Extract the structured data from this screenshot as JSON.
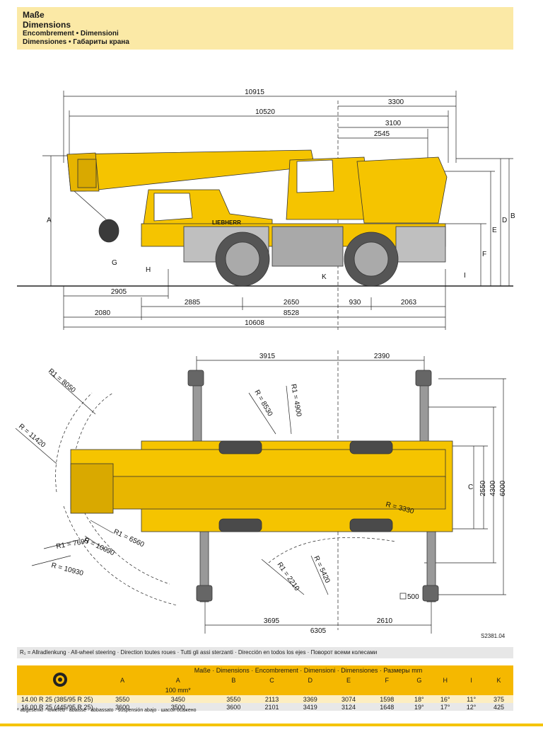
{
  "header": {
    "title_de": "Maße",
    "title_en": "Dimensions",
    "subtitle_1": "Encombrement • Dimensioni",
    "subtitle_2": "Dimensiones • Габариты крана"
  },
  "side_view": {
    "dims_top": [
      "10915",
      "10520",
      "3300",
      "3100",
      "2545"
    ],
    "dims_bottom": [
      "2905",
      "2885",
      "2650",
      "930",
      "2063",
      "2080",
      "8528",
      "10608"
    ],
    "letters": [
      "A",
      "B",
      "D",
      "E",
      "F",
      "G",
      "H",
      "I",
      "K"
    ],
    "brand": "LIEBHERR"
  },
  "top_view": {
    "dims_top": [
      "3915",
      "2390"
    ],
    "radii": [
      "R1 = 8050",
      "R = 11420",
      "R = 8530",
      "R1 = 4900",
      "R1 = 6560",
      "R = 10090",
      "R1 = 7695",
      "R = 10930",
      "R = 3330",
      "R1 = 2210",
      "R = 5420"
    ],
    "dims_right": [
      "C",
      "2550",
      "4300",
      "6000"
    ],
    "pad_label": "500",
    "dims_bottom": [
      "3695",
      "2610",
      "6305"
    ]
  },
  "drawing_code": "S2381.04",
  "steering_note": "R₁ = Allradlenkung · All-wheel steering · Direction toutes roues · Tutti gli assi sterzanti · Dirección en todos los ejes · Поворот всеми колесами",
  "table": {
    "title": "Maße · Dimensions · Encombrement · Dimensioni · Dimensiones · Размеры mm",
    "columns": [
      "A",
      "A",
      "B",
      "C",
      "D",
      "E",
      "F",
      "G",
      "H",
      "I",
      "K"
    ],
    "subheader": "100 mm*",
    "rows": [
      {
        "tyre": "14.00 R 25 (385/95 R 25)",
        "values": [
          "3550",
          "3450",
          "3550",
          "2113",
          "3369",
          "3074",
          "1598",
          "18°",
          "16°",
          "11°",
          "375"
        ]
      },
      {
        "tyre": "16.00 R 25 (445/95 R 25)",
        "values": [
          "3600",
          "3500",
          "3600",
          "2101",
          "3419",
          "3124",
          "1648",
          "19°",
          "17°",
          "12°",
          "425"
        ]
      }
    ]
  },
  "footnote": "* abgesenkt · lowered · abaissé · abbassato · suspensión abajo · шасси осажено",
  "colors": {
    "crane_yellow": "#f5c400",
    "header_bg": "#fbe9a6",
    "table_yellow": "#f5b800"
  }
}
